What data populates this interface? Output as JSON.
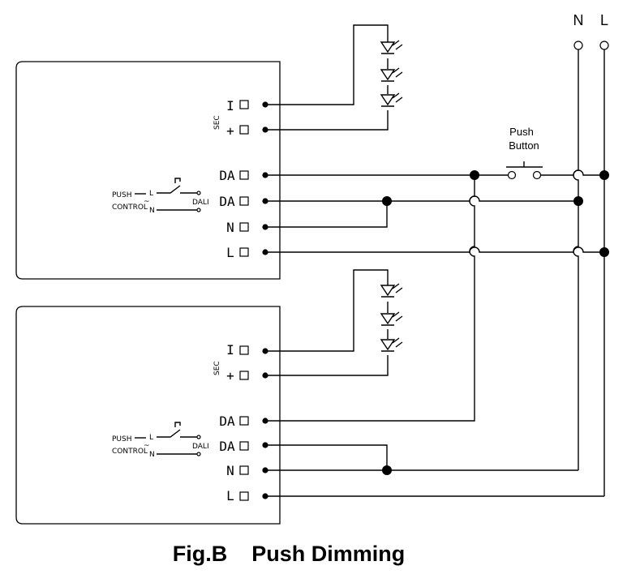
{
  "caption": "Fig.B    Push Dimming",
  "mains": {
    "n_label": "N",
    "l_label": "L"
  },
  "push_button": {
    "line1": "Push",
    "line2": "Button"
  },
  "drivers": [
    {
      "sec_label": "SEC",
      "terminals": {
        "minus": "I",
        "plus": "+",
        "da1": "DA",
        "da2": "DA",
        "n": "N",
        "l": "L"
      },
      "push_control": {
        "title1": "PUSH",
        "title2": "CONTROL",
        "l": "L",
        "n": "N",
        "dali": "DALI"
      }
    },
    {
      "sec_label": "SEC",
      "terminals": {
        "minus": "I",
        "plus": "+",
        "da1": "DA",
        "da2": "DA",
        "n": "N",
        "l": "L"
      },
      "push_control": {
        "title1": "PUSH",
        "title2": "CONTROL",
        "l": "L",
        "n": "N",
        "dali": "DALI"
      }
    }
  ]
}
